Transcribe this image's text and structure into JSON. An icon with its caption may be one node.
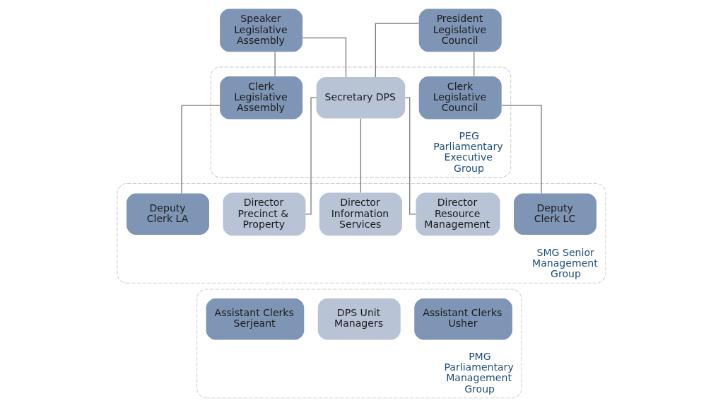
{
  "diagram": {
    "nodes": [
      {
        "text": [
          "Speaker Legislative Assembly"
        ]
      },
      {
        "text": [
          "President Legislative Council"
        ]
      },
      {
        "text": [
          "PEG Parliamentary Executive Group"
        ]
      },
      {
        "text": [
          "Clerk Legislative Assembly"
        ],
        "in": 2
      },
      {
        "text": [
          "Secretary DPS"
        ],
        "in": 2
      },
      {
        "text": [
          "Clerk Legislative Council"
        ],
        "in": 2
      },
      {
        "text": [
          "SMG Senior Management Group"
        ]
      },
      {
        "text": [
          "Deputy Clerk LA"
        ],
        "in": 6
      },
      {
        "text": [
          "Director Information Services"
        ],
        "in": 6
      },
      {
        "text": [
          "Director Precinct & Property"
        ],
        "in": 6
      },
      {
        "text": [
          "Director Resource Management"
        ],
        "in": 6
      },
      {
        "text": [
          "Deputy Clerk LC"
        ],
        "in": 6
      },
      {
        "text": [
          "PMG Parliamentary Management Group"
        ]
      },
      {
        "text": [
          "Assistant Clerks Serjeant"
        ],
        "in": 12
      },
      {
        "text": [
          "DPS Unit Managers"
        ],
        "in": 12
      },
      {
        "text": [
          "Assistant Clerks Usher"
        ],
        "in": 12
      }
    ],
    "edges": [
      {
        "from": 0,
        "to": 3,
        "arrow": "none"
      },
      {
        "from": 0,
        "to": 4,
        "arrow": "none"
      },
      {
        "from": 1,
        "to": 4,
        "arrow": "none"
      },
      {
        "from": 1,
        "to": 5,
        "arrow": "none"
      },
      {
        "from": 3,
        "to": 7,
        "arrow": "none"
      },
      {
        "from": 5,
        "to": 11,
        "arrow": "none"
      },
      {
        "from": 4,
        "to": 8,
        "arrow": "none"
      },
      {
        "from": 4,
        "to": 9,
        "arrow": "none"
      },
      {
        "from": 4,
        "to": 10,
        "arrow": "none"
      }
    ]
  }
}
